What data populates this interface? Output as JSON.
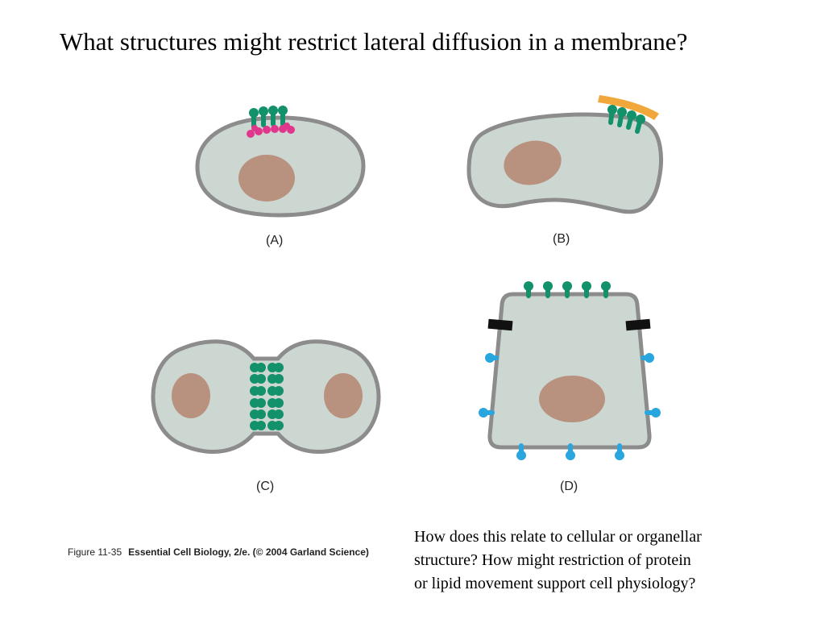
{
  "slide": {
    "title": "What structures might restrict lateral diffusion in a membrane?"
  },
  "diagram": {
    "panels": [
      {
        "id": "A",
        "label": "(A)"
      },
      {
        "id": "B",
        "label": "(B)"
      },
      {
        "id": "C",
        "label": "(C)"
      },
      {
        "id": "D",
        "label": "(D)"
      }
    ],
    "colors": {
      "cell_fill": "#cdd7d2",
      "membrane": "#8c8c8c",
      "nucleus": "#b8917f",
      "membrane_protein_green": "#13916a",
      "anchor_protein_pink": "#e0368c",
      "extracellular_matrix_orange": "#f2a73b",
      "barrier_black": "#111111",
      "membrane_protein_blue": "#2aa6de"
    }
  },
  "caption": {
    "figure_number": "Figure 11-35",
    "source": "Essential Cell Biology, 2/e. (© 2004 Garland Science)"
  },
  "question": {
    "lines": [
      "How does this relate to cellular or organellar",
      "structure?  How might restriction of protein",
      "or lipid movement support cell physiology?"
    ]
  }
}
